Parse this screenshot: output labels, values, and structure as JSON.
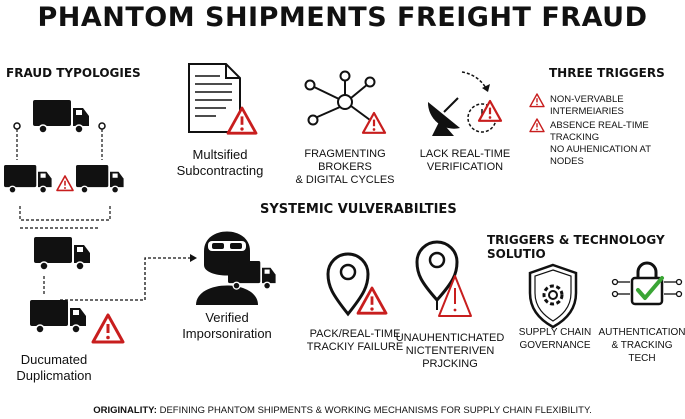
{
  "title": "PHANTOM SHIPMENTS FREIGHT FRAUD",
  "sections": {
    "fraud_typologies": "FRAUD TYPOLOGIES",
    "three_triggers": "THREE TRIGGERS",
    "systemic": "SYSTEMIC VULVERABILTIES",
    "triggers_tech": "TRIGGERS & TECHNOLOGY SOLUTIO"
  },
  "labels": {
    "subcontracting": [
      "Multsified",
      "Subcontracting"
    ],
    "fragmenting": [
      "FRAGMENTING BROKERS",
      "& DIGITAL CYCLES"
    ],
    "lack_verification": [
      "LACK REAL-TIME",
      "VERIFICATION"
    ],
    "verified": [
      "Verified",
      "Imporsoniration"
    ],
    "duplication": [
      "Ducumated",
      "Duplicmation"
    ],
    "pack_failure": [
      "PACK/REAL-TIME",
      "TRACKIY FAILURE"
    ],
    "unauth": [
      "UNAUHENTICHATED",
      "NICTENTERIVEN",
      "PRJCKING"
    ],
    "supply_chain": [
      "SUPPLY CHAIN",
      "GOVERNANCE"
    ],
    "auth_tech": [
      "AUTHENTICATION",
      "& TRACKING TECH"
    ]
  },
  "triggers": [
    {
      "text": [
        "NON-VERVABLE INTERMEIARIES"
      ]
    },
    {
      "text": [
        "ABSENCE REAL-TIME TRACKING",
        "NO AUHENICATION AT NODES"
      ]
    }
  ],
  "footer": {
    "bold": "ORIGINALITY:",
    "rest": " DEFINING PHANTOM SHIPMENTS & WORKING MECHANISMS FOR SUPPLY CHAIN FLEXIBILITY."
  },
  "colors": {
    "alert": "#c81e1e",
    "check": "#3aa535",
    "ink": "#111111"
  }
}
